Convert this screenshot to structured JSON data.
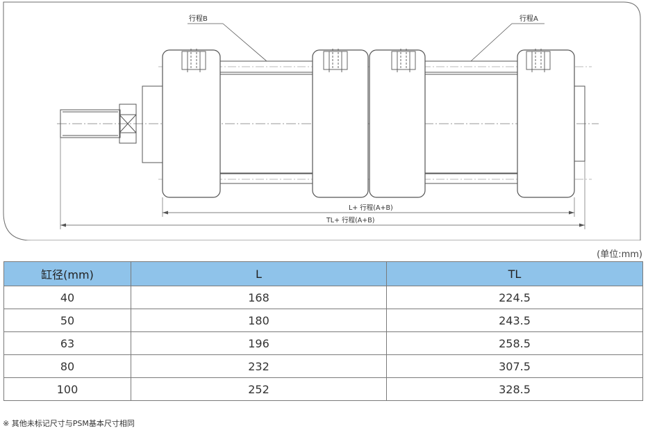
{
  "drawing": {
    "label_stroke_b": "行程B",
    "label_stroke_a": "行程A",
    "dim_l": "L+ 行程(A+B)",
    "dim_tl": "TL+ 行程(A+B)"
  },
  "unit_note": "(单位:mm)",
  "table": {
    "headers": [
      "缸径(mm)",
      "L",
      "TL"
    ],
    "rows": [
      [
        "40",
        "168",
        "224.5"
      ],
      [
        "50",
        "180",
        "243.5"
      ],
      [
        "63",
        "196",
        "258.5"
      ],
      [
        "80",
        "232",
        "307.5"
      ],
      [
        "100",
        "252",
        "328.5"
      ]
    ]
  },
  "footnote": "※ 其他未标记尺寸与PSM基本尺寸相同",
  "colors": {
    "header_bg": "#8fc3ea",
    "line": "#555555"
  }
}
